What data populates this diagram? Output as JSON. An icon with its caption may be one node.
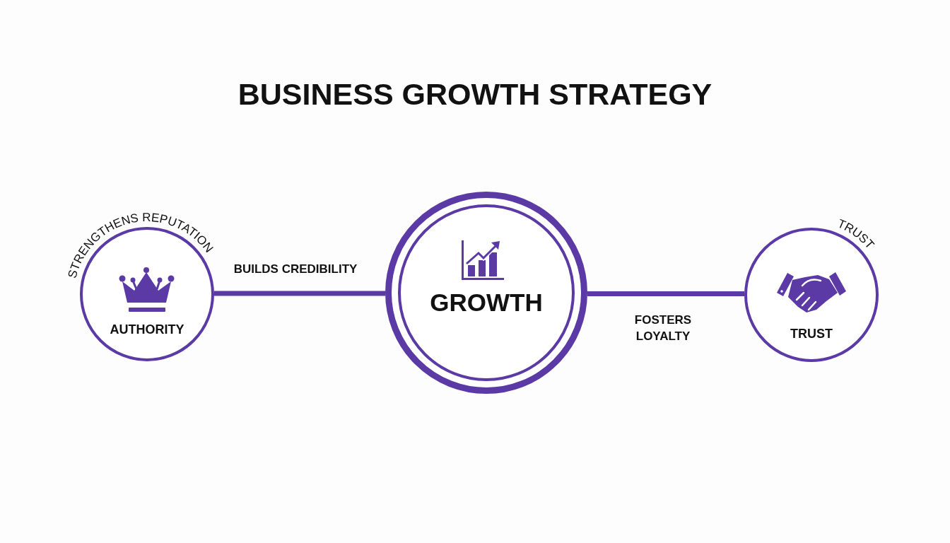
{
  "diagram": {
    "title": "BUSINESS GROWTH STRATEGY",
    "nodes": [
      {
        "text": [
          "STRENGTHENS REPUTATION",
          "AUTHORITY"
        ]
      },
      {
        "text": [
          "GROWTH"
        ]
      },
      {
        "text": [
          "TRUST",
          "TRUST"
        ]
      }
    ],
    "edges": [
      {
        "from": 0,
        "to": 1,
        "arrow": "none",
        "label": "BUILDS CREDIBILITY"
      },
      {
        "from": 1,
        "to": 2,
        "arrow": "none",
        "label": "FOSTERS LOYALTY"
      }
    ]
  }
}
